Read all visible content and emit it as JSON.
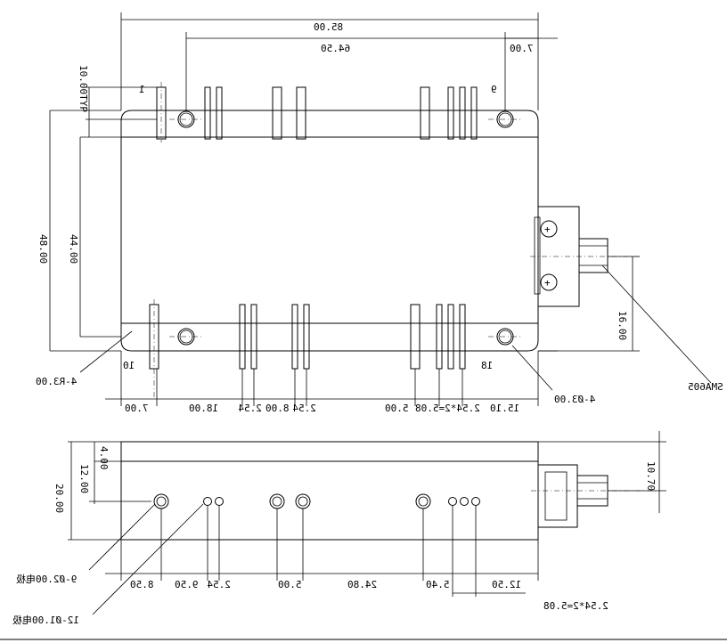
{
  "top_view": {
    "labels": {
      "width_85": "85.00",
      "span_64": "64.50",
      "right_7": "7.00",
      "pin_tol": "10.00TYP",
      "pin_1": "1",
      "pin_9": "9",
      "pin_10": "10",
      "pin_18": "18",
      "height_48": "48.00",
      "height_44": "44.00",
      "corner_radius": "4-R3.00",
      "hole_dia": "4-Ø3.00",
      "connector": "SMA605",
      "right_16": "16.00",
      "b_7": "7.00",
      "b_18": "18.00",
      "b_254a": "2.54",
      "b_8": "8.00",
      "b_254b": "2.54",
      "b_5": "5.00",
      "b_254x2": "2.54*2=5.08",
      "b_15": "15.10"
    }
  },
  "side_view": {
    "labels": {
      "h_20": "20.00",
      "h_12": "12.00",
      "h_4": "4.00",
      "r_10": "10.70",
      "note_9": "9-Ø2.00电极",
      "note_12": "12-Ø1.00电极",
      "d_850": "8.50",
      "d_950": "9.50",
      "d_254": "2.54",
      "d_5": "5.00",
      "d_2480": "24.80",
      "d_540": "5.40",
      "d_1250": "12.50",
      "d_254x2": "2.54*2=5.08"
    }
  }
}
